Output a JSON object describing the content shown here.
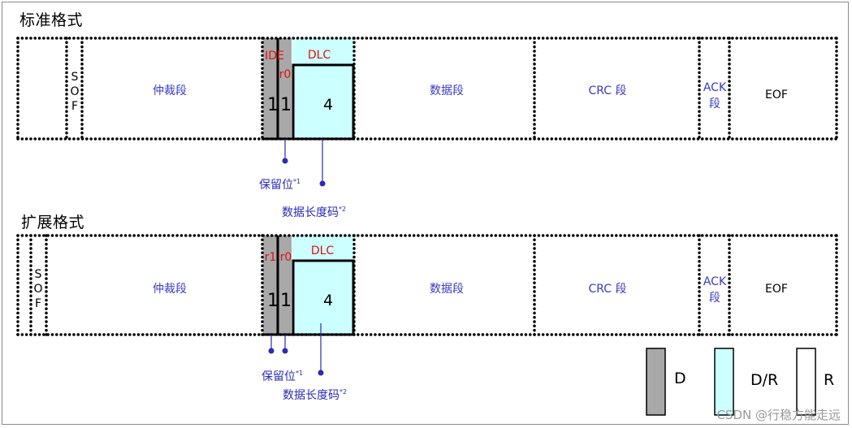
{
  "standard": {
    "title": "标准格式",
    "sof": "SOF",
    "arbitration": "仲裁段",
    "ide": "IDE",
    "r0": "r0",
    "ide_bit": "1",
    "r0_bit": "1",
    "dlc": "DLC",
    "dlc_value": "4",
    "data": "数据段",
    "crc": "CRC 段",
    "ack_line1": "ACK",
    "ack_line2": "段",
    "eof": "EOF",
    "reserved_note": "保留位",
    "reserved_sup": "*1",
    "dlc_note": "数据长度码",
    "dlc_sup": "*2"
  },
  "extended": {
    "title": "扩展格式",
    "sof": "SOF",
    "arbitration": "仲裁段",
    "r1": "r1",
    "r0": "r0",
    "r1_bit": "1",
    "r0_bit": "1",
    "dlc": "DLC",
    "dlc_value": "4",
    "data": "数据段",
    "crc": "CRC 段",
    "ack_line1": "ACK",
    "ack_line2": "段",
    "eof": "EOF",
    "reserved_note": "保留位",
    "reserved_sup": "*1",
    "dlc_note": "数据长度码",
    "dlc_sup": "*2"
  },
  "legend": {
    "dominant": "D",
    "dominant_recessive": "D/R",
    "recessive": "R",
    "dominant_color": "#a8a8a8",
    "dominant_recessive_color": "#ccffff",
    "recessive_color": "#ffffff"
  },
  "watermark": "CSDN @行稳方能走远"
}
